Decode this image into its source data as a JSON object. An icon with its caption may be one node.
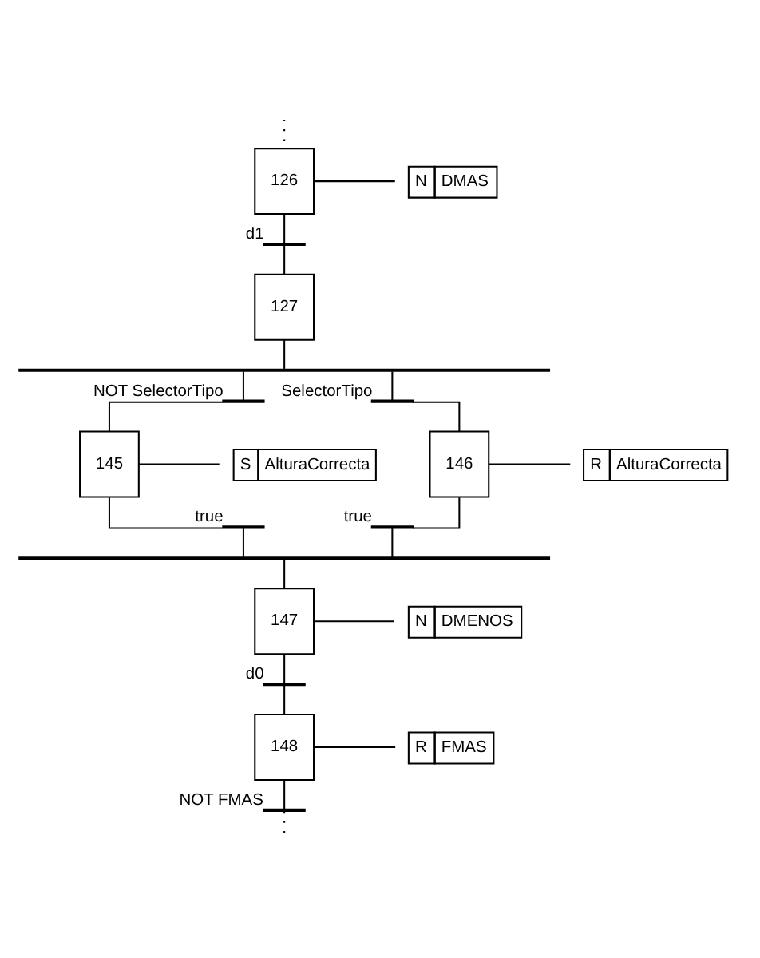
{
  "diagram": {
    "nodes": [
      {
        "text": [
          "126"
        ]
      },
      {
        "text": [
          "N",
          "DMAS"
        ]
      },
      {
        "text": [],
        "shape": "bar",
        "beside": [
          "d1"
        ]
      },
      {
        "text": [
          "127"
        ]
      },
      {
        "text": [],
        "shape": "bar"
      },
      {
        "text": [],
        "shape": "bar",
        "beside": [
          "NOT SelectorTipo"
        ]
      },
      {
        "text": [],
        "shape": "bar",
        "beside": [
          "SelectorTipo"
        ]
      },
      {
        "text": [
          "145"
        ]
      },
      {
        "text": [
          "S",
          "AlturaCorrecta"
        ]
      },
      {
        "text": [
          "146"
        ]
      },
      {
        "text": [
          "R",
          "AlturaCorrecta"
        ]
      },
      {
        "text": [],
        "shape": "bar",
        "beside": [
          "true"
        ]
      },
      {
        "text": [],
        "shape": "bar",
        "beside": [
          "true"
        ]
      },
      {
        "text": [],
        "shape": "bar"
      },
      {
        "text": [
          "147"
        ]
      },
      {
        "text": [
          "N",
          "DMENOS"
        ]
      },
      {
        "text": [],
        "shape": "bar",
        "beside": [
          "d0"
        ]
      },
      {
        "text": [
          "148"
        ]
      },
      {
        "text": [
          "R",
          "FMAS"
        ]
      },
      {
        "text": [],
        "shape": "bar",
        "beside": [
          "NOT FMAS"
        ]
      }
    ],
    "edges": [
      {
        "from": null,
        "to": 0,
        "arrow": "none",
        "style": "dashed"
      },
      {
        "from": 0,
        "to": 1,
        "arrow": "none"
      },
      {
        "from": 0,
        "to": 2,
        "arrow": "none"
      },
      {
        "from": 2,
        "to": 3,
        "arrow": "none"
      },
      {
        "from": 3,
        "to": 4,
        "arrow": "none"
      },
      {
        "from": 4,
        "to": 5,
        "arrow": "none"
      },
      {
        "from": 4,
        "to": 6,
        "arrow": "none"
      },
      {
        "from": 5,
        "to": 7,
        "arrow": "none"
      },
      {
        "from": 6,
        "to": 9,
        "arrow": "none"
      },
      {
        "from": 7,
        "to": 8,
        "arrow": "none"
      },
      {
        "from": 9,
        "to": 10,
        "arrow": "none"
      },
      {
        "from": 7,
        "to": 11,
        "arrow": "none"
      },
      {
        "from": 9,
        "to": 12,
        "arrow": "none"
      },
      {
        "from": 11,
        "to": 13,
        "arrow": "none"
      },
      {
        "from": 12,
        "to": 13,
        "arrow": "none"
      },
      {
        "from": 13,
        "to": 14,
        "arrow": "none"
      },
      {
        "from": 14,
        "to": 15,
        "arrow": "none"
      },
      {
        "from": 14,
        "to": 16,
        "arrow": "none"
      },
      {
        "from": 16,
        "to": 17,
        "arrow": "none"
      },
      {
        "from": 17,
        "to": 18,
        "arrow": "none"
      },
      {
        "from": 17,
        "to": 19,
        "arrow": "none"
      },
      {
        "from": 19,
        "to": null,
        "arrow": "none",
        "style": "dashed"
      }
    ]
  }
}
